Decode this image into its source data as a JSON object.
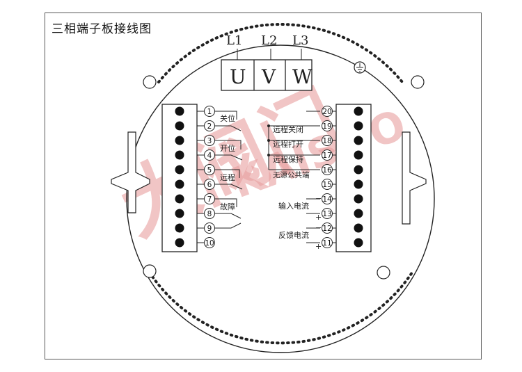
{
  "title": "三相端子板接线图",
  "phases": {
    "top_labels": [
      "L1",
      "L2",
      "L3"
    ],
    "box_labels": [
      "U",
      "V",
      "W"
    ]
  },
  "ground_symbol": "ground-icon",
  "left_terminals": [
    "1",
    "2",
    "3",
    "4",
    "5",
    "6",
    "7",
    "8",
    "9",
    "10"
  ],
  "right_terminals": [
    "20",
    "19",
    "18",
    "17",
    "16",
    "15",
    "14",
    "13",
    "12",
    "11"
  ],
  "left_labels": {
    "close": "关位",
    "open": "开位",
    "remote": "远程",
    "fault": "故障"
  },
  "right_labels": {
    "remote_close": "远程关闭",
    "remote_open": "远程打开",
    "remote_hold": "远程保持",
    "common": "无源公共端",
    "input_current": "输入电流",
    "feedback_current": "反馈电流",
    "minus": "−",
    "plus": "+"
  },
  "watermark": {
    "text_cn": "大阀门",
    "text_en": "KAISOO"
  },
  "colors": {
    "line": "#222222",
    "watermark": "#e8a0a0"
  }
}
